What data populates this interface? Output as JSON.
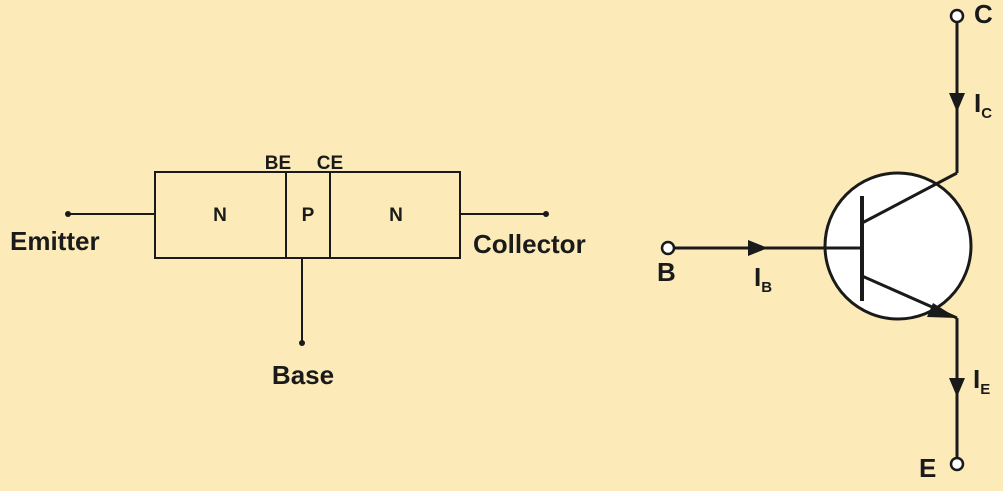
{
  "npn_block": {
    "regions": [
      "N",
      "P",
      "N"
    ],
    "junction_labels": {
      "be": "BE",
      "ce": "CE"
    },
    "terminals": {
      "emitter": "Emitter",
      "collector": "Collector",
      "base": "Base"
    }
  },
  "transistor_symbol": {
    "terminal_labels": {
      "collector": "C",
      "base": "B",
      "emitter": "E"
    },
    "currents": {
      "collector": {
        "main": "I",
        "sub": "C"
      },
      "base": {
        "main": "I",
        "sub": "B"
      },
      "emitter": {
        "main": "I",
        "sub": "E"
      }
    }
  },
  "colors": {
    "background": "#fcebb8",
    "stroke": "#1a1a1a",
    "fill": "#ffffff"
  }
}
